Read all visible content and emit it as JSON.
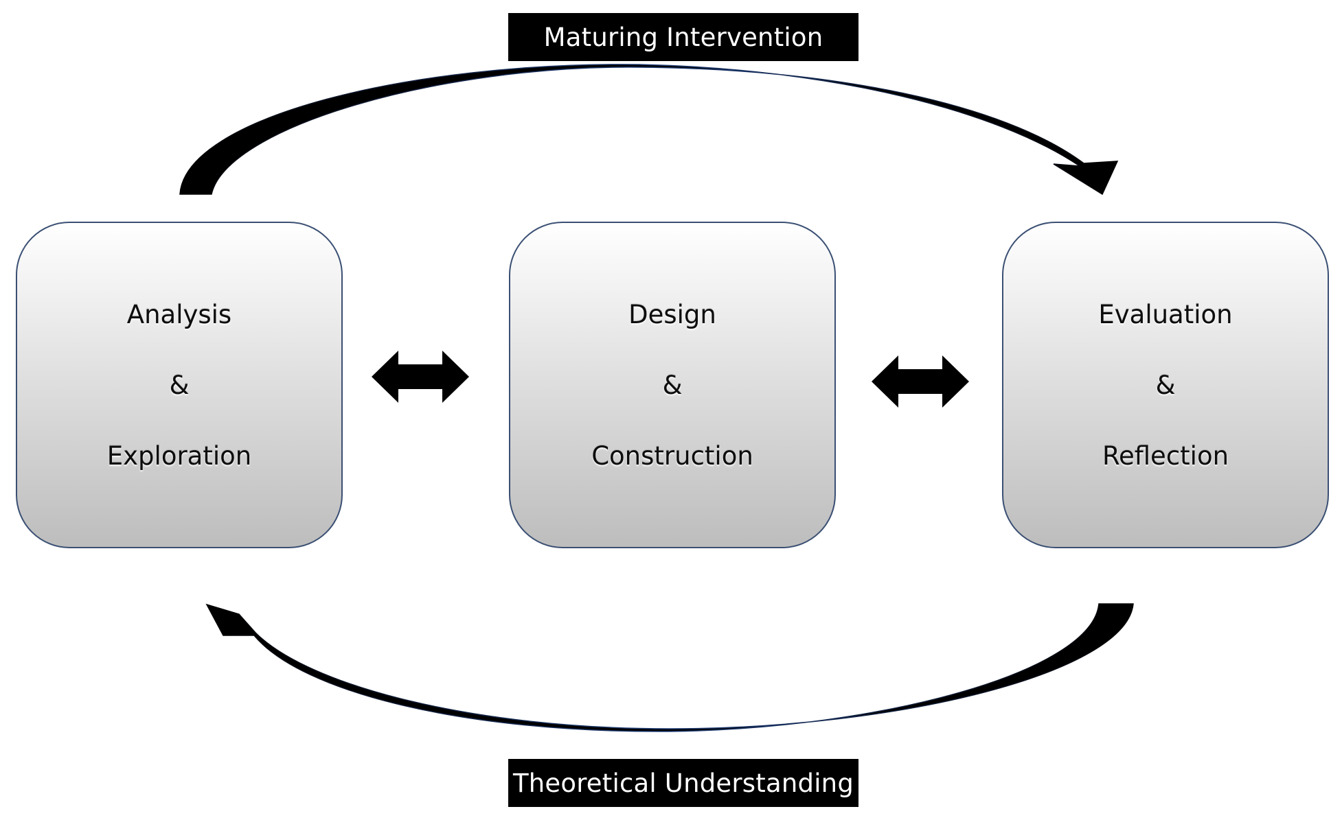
{
  "diagram": {
    "top_label": "Maturing Intervention",
    "bottom_label": "Theoretical Understanding",
    "stages": [
      {
        "line1": "Analysis",
        "line2": "&",
        "line3": "Exploration"
      },
      {
        "line1": "Design",
        "line2": "&",
        "line3": "Construction"
      },
      {
        "line1": "Evaluation",
        "line2": "&",
        "line3": "Reflection"
      }
    ],
    "colors": {
      "label_background": "#000000",
      "label_text": "#ffffff",
      "box_border": "#3a4f73",
      "box_gradient_top": "#ffffff",
      "box_gradient_bottom": "#bdbdbd",
      "arrow": "#000000"
    }
  }
}
